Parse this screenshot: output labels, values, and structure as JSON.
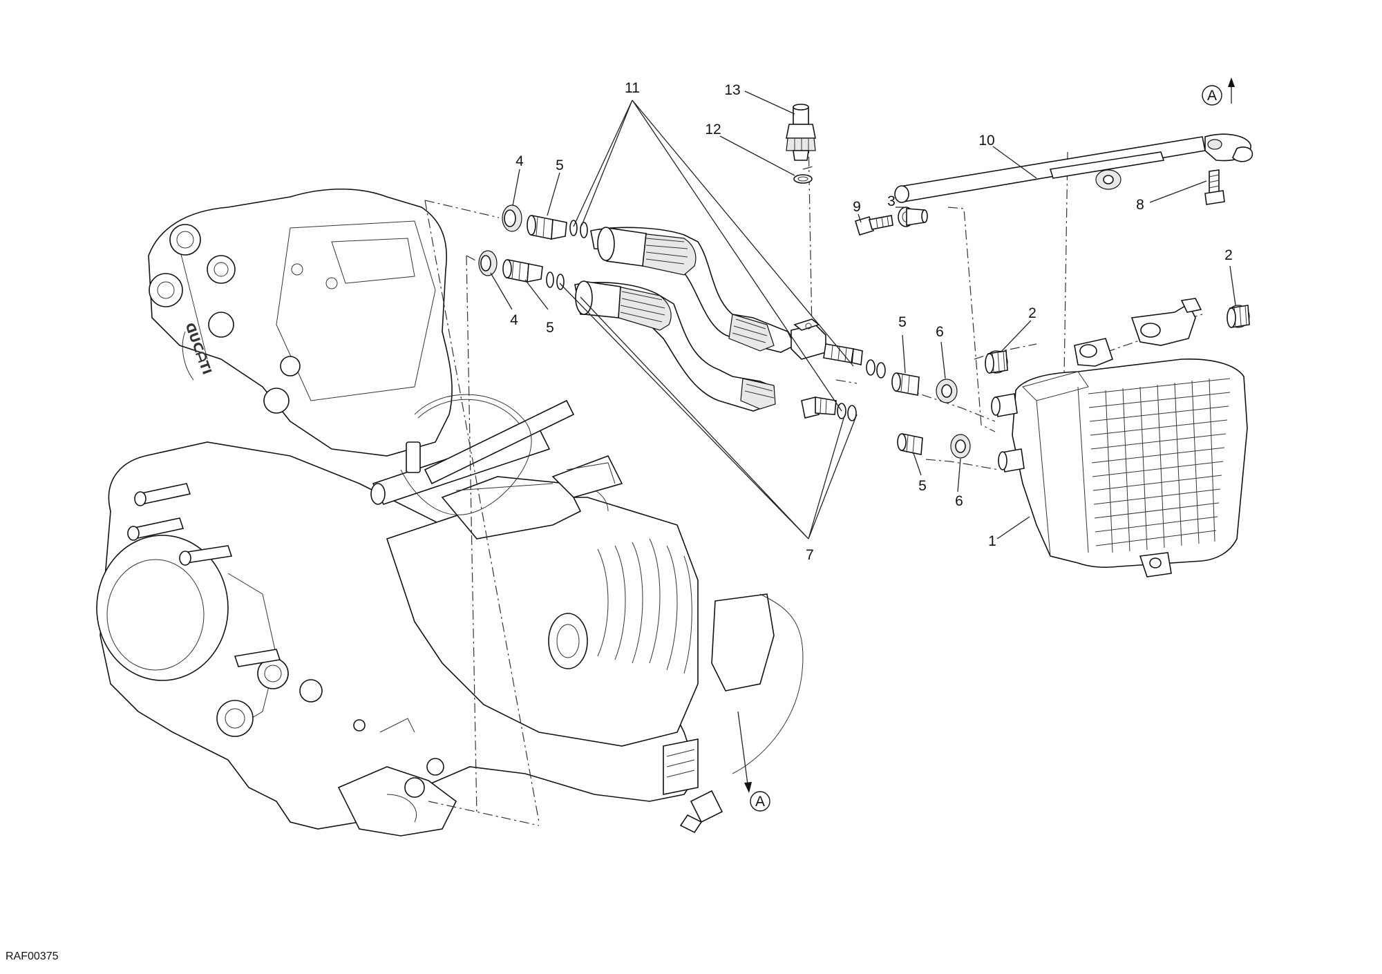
{
  "diagram": {
    "drawing_code": "RAF00375",
    "callouts": {
      "c1": "1",
      "c2a": "2",
      "c2b": "2",
      "c3": "3",
      "c4a": "4",
      "c4b": "4",
      "c5a": "5",
      "c5b": "5",
      "c5c": "5",
      "c5d": "5",
      "c6a": "6",
      "c6b": "6",
      "c7": "7",
      "c8": "8",
      "c9": "9",
      "c10": "10",
      "c11": "11",
      "c12": "12",
      "c13": "13"
    },
    "reference_marks": {
      "top": "A",
      "bottom": "A"
    }
  }
}
